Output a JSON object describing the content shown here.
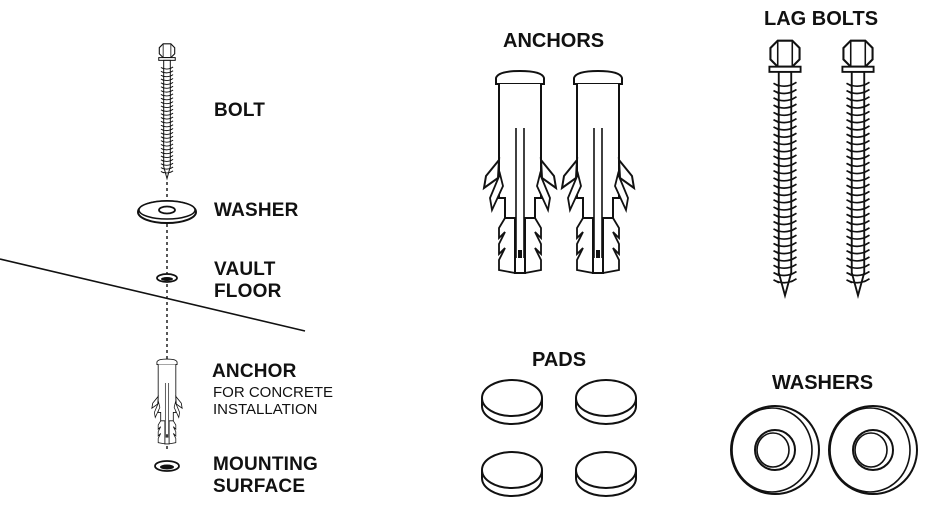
{
  "left_labels": {
    "bolt": "BOLT",
    "washer": "WASHER",
    "vault_floor": [
      "VAULT",
      "FLOOR"
    ],
    "anchor": "ANCHOR",
    "anchor_note": [
      "FOR CONCRETE",
      "INSTALLATION"
    ],
    "mounting_surface": [
      "MOUNTING",
      "SURFACE"
    ]
  },
  "titles": {
    "anchors": "ANCHORS",
    "lag_bolts": "LAG BOLTS",
    "pads": "PADS",
    "washers": "WASHERS"
  }
}
